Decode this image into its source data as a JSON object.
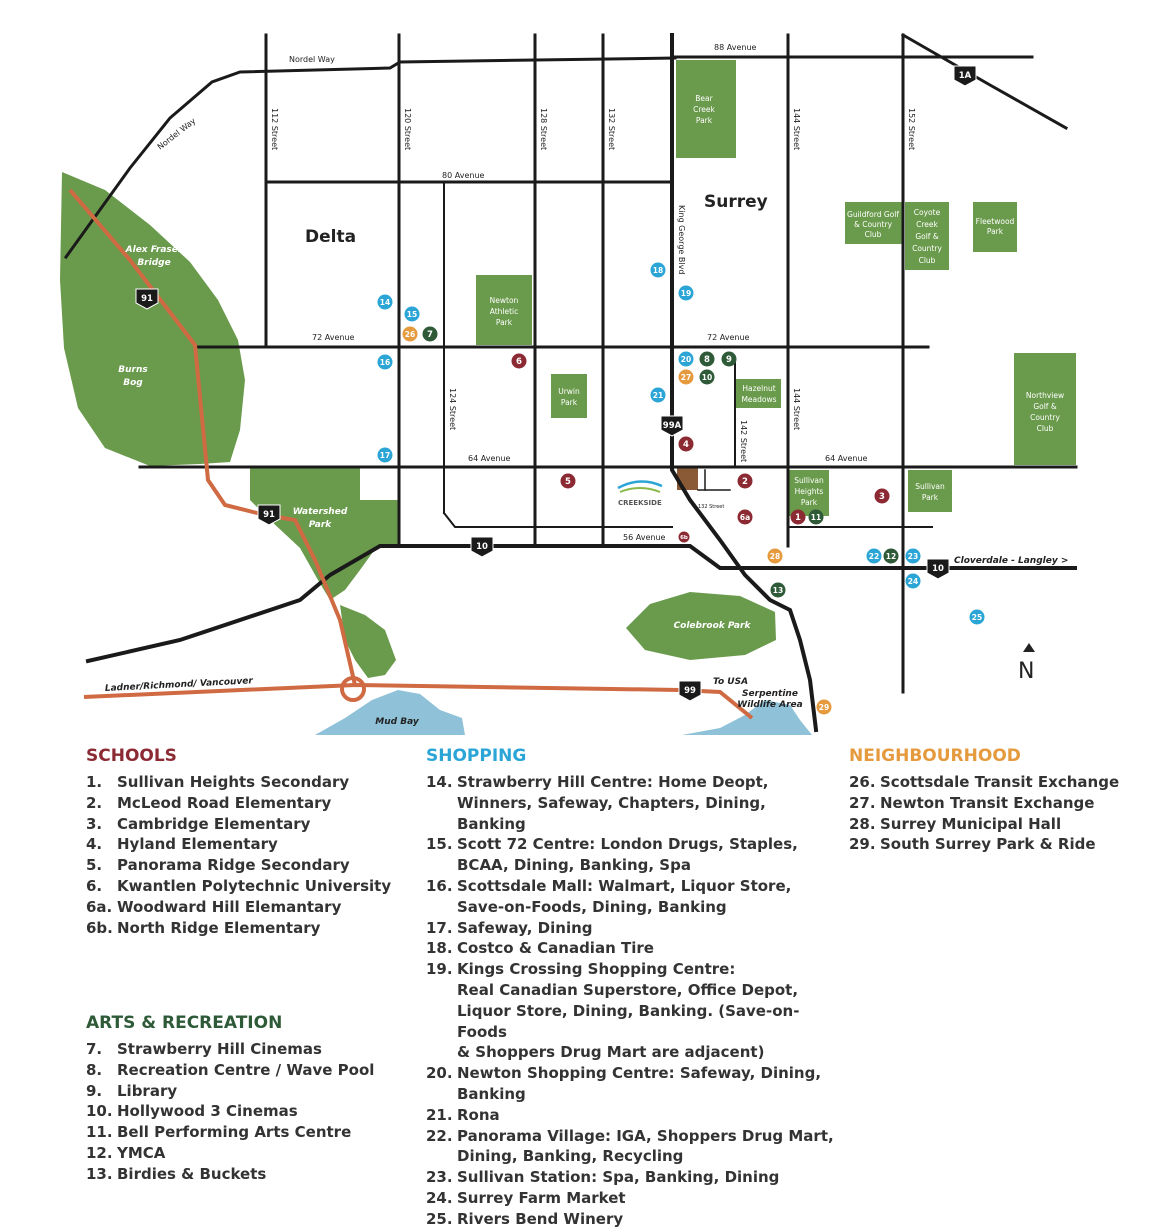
{
  "map": {
    "regions": {
      "delta": "Delta",
      "surrey": "Surrey"
    },
    "roads": {
      "nordel_way_top": "Nordel Way",
      "nordel_way_diag": "Nordel Way",
      "ave_88": "88 Avenue",
      "ave_80": "80 Avenue",
      "ave_72_left": "72 Avenue",
      "ave_72_right": "72 Avenue",
      "ave_64_left": "64 Avenue",
      "ave_64_right": "64 Avenue",
      "ave_56": "56 Avenue",
      "st_112": "112 Street",
      "st_120": "120 Street",
      "st_128": "128 Street",
      "st_132": "132 Street",
      "st_144_top": "144 Street",
      "st_152": "152 Street",
      "st_124": "124 Street",
      "st_142": "142 Street",
      "st_144_mid": "144 Street",
      "st_132_small": "132 Street",
      "king_george": "King George Blvd",
      "ladner": "Ladner/Richmond/ Vancouver",
      "cloverdale": "Cloverdale - Langley >",
      "to_usa": "To USA"
    },
    "highways": {
      "h1a": "1A",
      "h91_top": "91",
      "h91_bottom": "91",
      "h99a": "99A",
      "h10_left": "10",
      "h10_right": "10",
      "h99": "99"
    },
    "areas": {
      "alex_fraser": "Alex Fraser\nBridge",
      "burns_bog": "Burns\nBog",
      "watershed": "Watershed\nPark",
      "colebrook": "Colebrook Park",
      "mud_bay": "Mud Bay",
      "serpentine": "Serpentine\nWildlife Area"
    },
    "parks": {
      "bear_creek": "Bear\nCreek\nPark",
      "newton_athletic": "Newton\nAthletic\nPark",
      "urwin": "Urwin\nPark",
      "hazelnut": "Hazelnut\nMeadows",
      "guildford": "Guildford Golf\n& Country\nClub",
      "coyote": "Coyote\nCreek\nGolf &\nCountry\nClub",
      "fleetwood": "Fleetwood\nPark",
      "northview": "Northview\nGolf &\nCountry\nClub",
      "sullivan_heights": "Sullivan\nHeights\nPark",
      "sullivan": "Sullivan\nPark"
    },
    "creekside": "CREEKSIDE",
    "north": "N",
    "markers": {
      "m1": "1",
      "m2": "2",
      "m3": "3",
      "m4": "4",
      "m5": "5",
      "m6": "6",
      "m6a": "6a",
      "m6b": "6b",
      "m7": "7",
      "m8": "8",
      "m9": "9",
      "m10": "10",
      "m11": "11",
      "m12": "12",
      "m13": "13",
      "m14": "14",
      "m15": "15",
      "m16": "16",
      "m17": "17",
      "m18": "18",
      "m19": "19",
      "m20": "20",
      "m21": "21",
      "m22": "22",
      "m23": "23",
      "m24": "24",
      "m25": "25",
      "m26": "26",
      "m27": "27",
      "m28": "28",
      "m29": "29"
    }
  },
  "legend": {
    "schools": {
      "title": "SCHOOLS",
      "items": [
        {
          "num": "1.",
          "text": "Sullivan Heights Secondary"
        },
        {
          "num": "2.",
          "text": "McLeod Road Elementary"
        },
        {
          "num": "3.",
          "text": "Cambridge Elementary"
        },
        {
          "num": "4.",
          "text": "Hyland Elementary"
        },
        {
          "num": "5.",
          "text": "Panorama Ridge Secondary"
        },
        {
          "num": "6.",
          "text": "Kwantlen Polytechnic University"
        },
        {
          "num": "6a.",
          "text": "Woodward Hill Elemantary"
        },
        {
          "num": "6b.",
          "text": "North Ridge Elementary"
        }
      ]
    },
    "arts": {
      "title": "ARTS & RECREATION",
      "items": [
        {
          "num": "7.",
          "text": "Strawberry Hill Cinemas"
        },
        {
          "num": "8.",
          "text": "Recreation Centre / Wave Pool"
        },
        {
          "num": "9.",
          "text": "Library"
        },
        {
          "num": "10.",
          "text": "Hollywood 3 Cinemas"
        },
        {
          "num": "11.",
          "text": "Bell Performing Arts Centre"
        },
        {
          "num": "12.",
          "text": "YMCA"
        },
        {
          "num": "13.",
          "text": "Birdies & Buckets"
        }
      ]
    },
    "shopping": {
      "title": "SHOPPING",
      "items": [
        {
          "num": "14.",
          "text": "Strawberry Hill Centre: Home Deopt,\nWinners, Safeway, Chapters, Dining,\nBanking"
        },
        {
          "num": "15.",
          "text": "Scott 72 Centre: London Drugs, Staples,\nBCAA, Dining, Banking, Spa"
        },
        {
          "num": "16.",
          "text": "Scottsdale Mall: Walmart, Liquor Store,\nSave-on-Foods, Dining, Banking"
        },
        {
          "num": "17.",
          "text": "Safeway, Dining"
        },
        {
          "num": "18.",
          "text": "Costco & Canadian Tire"
        },
        {
          "num": "19.",
          "text": "Kings Crossing Shopping Centre:\nReal Canadian Superstore, Office Depot,\nLiquor Store, Dining, Banking. (Save-on-Foods\n& Shoppers Drug Mart are adjacent)"
        },
        {
          "num": "20.",
          "text": "Newton Shopping Centre: Safeway, Dining,\nBanking"
        },
        {
          "num": "21.",
          "text": "Rona"
        },
        {
          "num": "22.",
          "text": "Panorama Village: IGA, Shoppers Drug Mart,\nDining, Banking, Recycling"
        },
        {
          "num": "23.",
          "text": "Sullivan Station: Spa, Banking, Dining"
        },
        {
          "num": "24.",
          "text": "Surrey Farm Market"
        },
        {
          "num": "25.",
          "text": "Rivers Bend Winery"
        }
      ]
    },
    "neighbourhood": {
      "title": "NEIGHBOURHOOD",
      "items": [
        {
          "num": "26.",
          "text": "Scottsdale Transit Exchange"
        },
        {
          "num": "27.",
          "text": "Newton Transit Exchange"
        },
        {
          "num": "28.",
          "text": "Surrey Municipal Hall"
        },
        {
          "num": "29.",
          "text": "South Surrey Park & Ride"
        }
      ]
    }
  },
  "colors": {
    "green": "#6a9a4c",
    "road": "#1a1a1a",
    "highway": "#cf6a43",
    "water": "#8fc2d9",
    "school": "#8c2a33",
    "arts": "#2e5a38",
    "shopping": "#2aa5d6",
    "neighbourhood": "#e59a3e"
  }
}
